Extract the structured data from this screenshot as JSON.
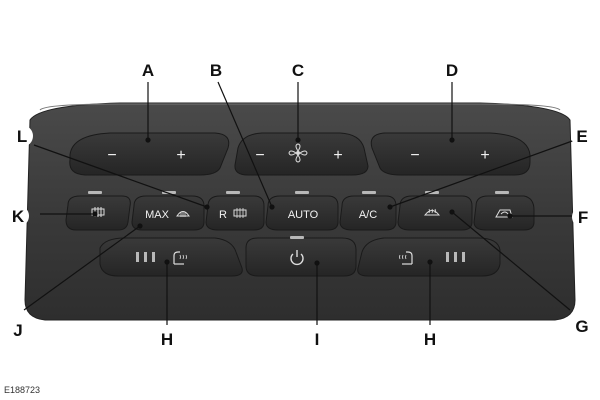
{
  "callouts": {
    "a": "A",
    "b": "B",
    "c": "C",
    "d": "D",
    "e": "E",
    "f": "F",
    "g": "G",
    "h_left": "H",
    "h_right": "H",
    "i": "I",
    "j": "J",
    "k": "K",
    "l": "L"
  },
  "buttons": {
    "minus": "−",
    "plus": "+",
    "auto": "AUTO",
    "ac": "A/C",
    "max": "MAX",
    "recirc": "R"
  },
  "figure_ref": "E188723",
  "colors": {
    "panel": "#3a3a3a",
    "button": "#2b2b2b",
    "indicator": "#b8b8b8"
  },
  "icons": [
    "fan-icon",
    "rear-defrost-icon",
    "front-defrost-icon",
    "windscreen-defrost-icon",
    "air-recirculation-icon",
    "heated-seat-icon",
    "power-icon"
  ]
}
